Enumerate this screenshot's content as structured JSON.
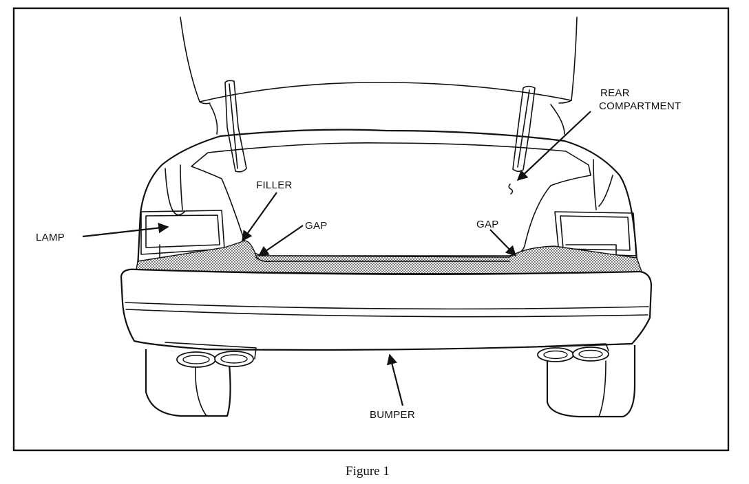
{
  "labels": {
    "rear_line1": "REAR",
    "rear_line2": "COMPARTMENT",
    "filler": "FILLER",
    "gap_left": "GAP",
    "gap_right": "GAP",
    "lamp": "LAMP",
    "bumper": "BUMPER"
  },
  "caption": "Figure 1",
  "colors": {
    "ink": "#111111",
    "paper": "#ffffff"
  }
}
